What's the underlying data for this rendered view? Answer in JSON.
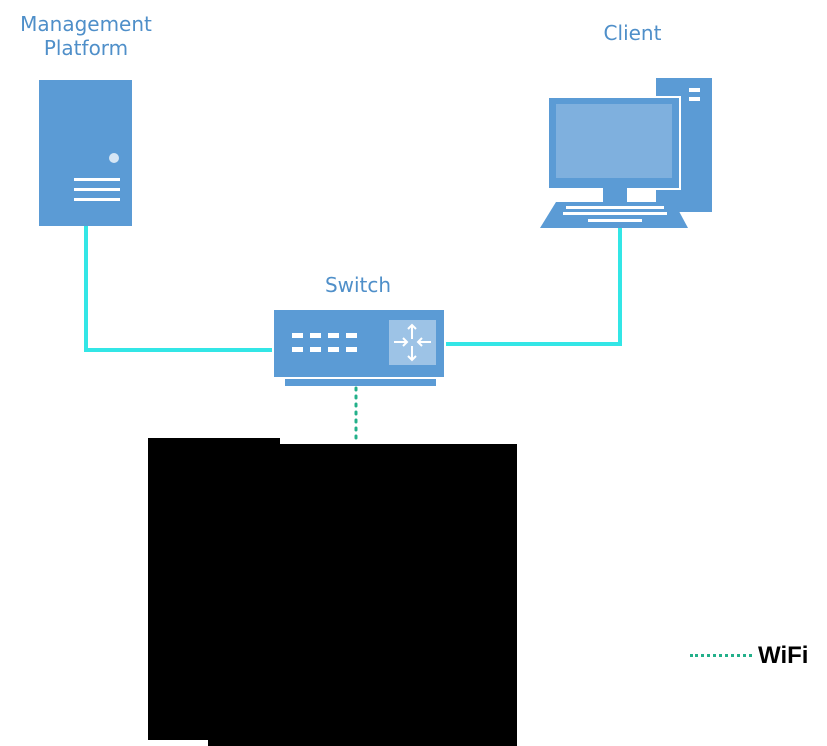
{
  "diagram": {
    "nodes": {
      "management_platform": {
        "label_line1": "Management",
        "label_line2": "Platform",
        "icon": "server-icon"
      },
      "client": {
        "label": "Client",
        "icon": "desktop-computer-icon"
      },
      "switch": {
        "label": "Switch",
        "icon": "network-switch-icon"
      }
    },
    "links": [
      {
        "from": "Management Platform",
        "to": "Switch",
        "style": "wired"
      },
      {
        "from": "Switch",
        "to": "Client",
        "style": "wired"
      },
      {
        "from": "Switch",
        "to": "(redacted)",
        "style": "wifi"
      }
    ],
    "legend": {
      "wifi_label": "WiFi"
    }
  },
  "colors": {
    "label_text": "#4f8fc9",
    "device_blue": "#5b9bd5",
    "device_light": "#9dc3e6",
    "wired_link": "#33e6e6",
    "wifi_link": "#23b08a",
    "redaction": "#000000"
  }
}
